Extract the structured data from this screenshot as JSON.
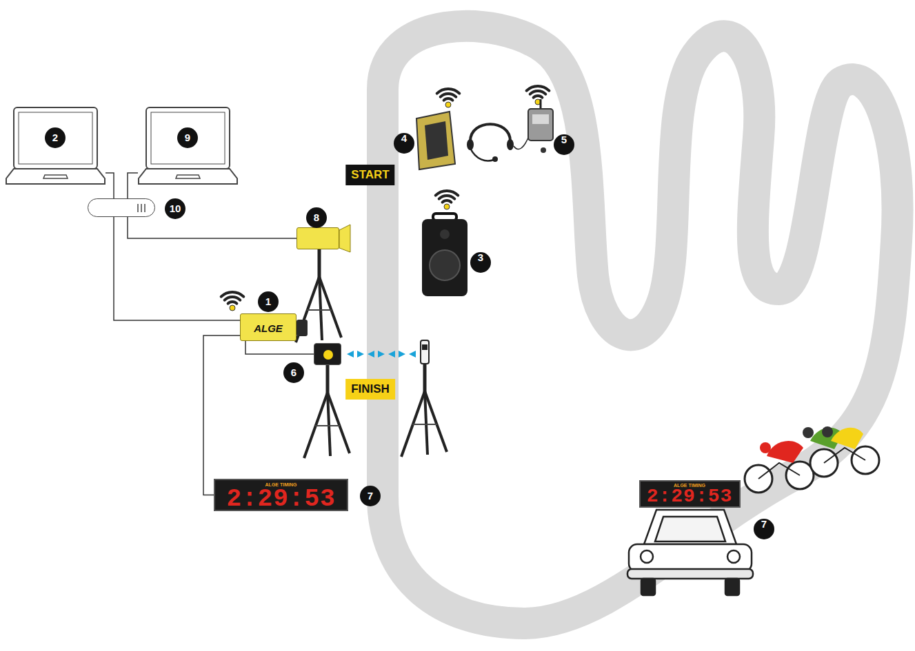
{
  "diagram": {
    "nodes": [
      {
        "text": [
          "2"
        ]
      },
      {
        "text": [
          "9"
        ]
      },
      {
        "text": [
          "10"
        ]
      },
      {
        "text": [
          "8"
        ]
      },
      {
        "text": [
          "ALGE",
          "1"
        ]
      },
      {
        "text": [
          "6"
        ]
      },
      {
        "text": [
          "ALGE TIMING",
          "2:29:53",
          "7"
        ]
      }
    ],
    "edges": [
      {
        "from": 0,
        "to": 2,
        "arrow": "none"
      },
      {
        "from": 1,
        "to": 2,
        "arrow": "none"
      },
      {
        "from": 2,
        "to": 3,
        "arrow": "none"
      },
      {
        "from": 2,
        "to": 4,
        "arrow": "none"
      },
      {
        "from": 4,
        "to": 6,
        "arrow": "none"
      },
      {
        "from": 4,
        "to": 5,
        "arrow": "none"
      }
    ],
    "labels": [
      "START",
      "FINISH",
      "3",
      "4",
      "5",
      "ALGE TIMING",
      "2:29:53",
      "7"
    ]
  }
}
